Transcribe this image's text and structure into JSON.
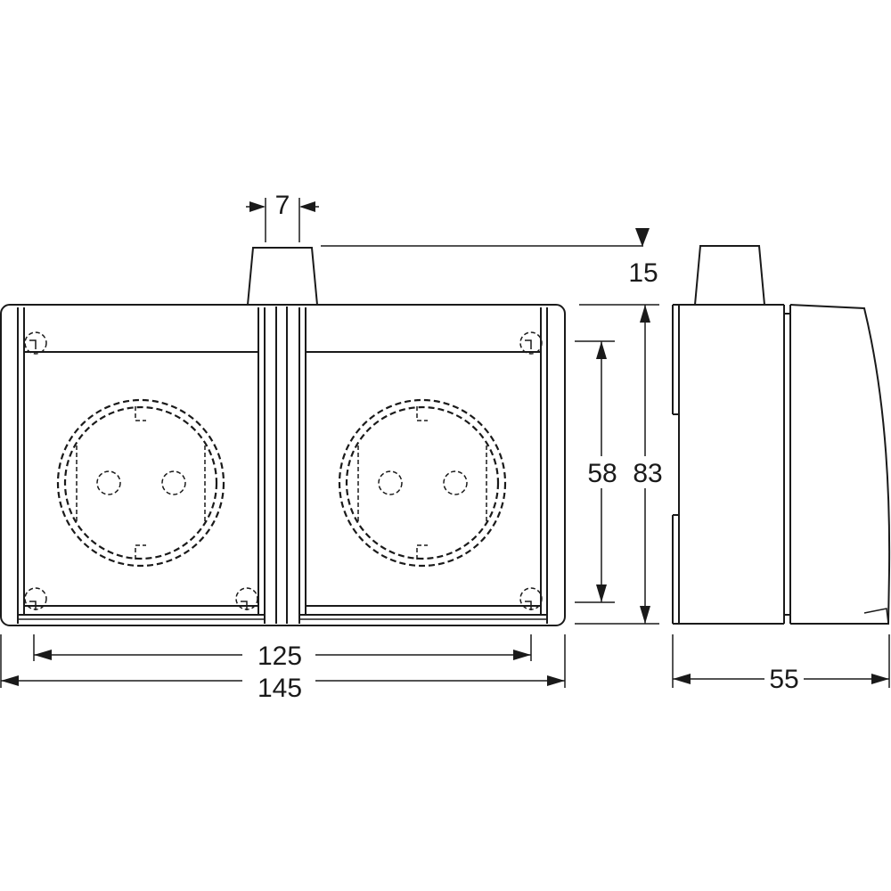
{
  "colors": {
    "line": "#1a1a1a",
    "background": "#ffffff"
  },
  "dimensions": {
    "width_total": "145",
    "width_inner": "125",
    "height_total": "83",
    "height_inner": "58",
    "depth": "55",
    "cable_entry_width": "7",
    "cable_entry_height": "15"
  }
}
